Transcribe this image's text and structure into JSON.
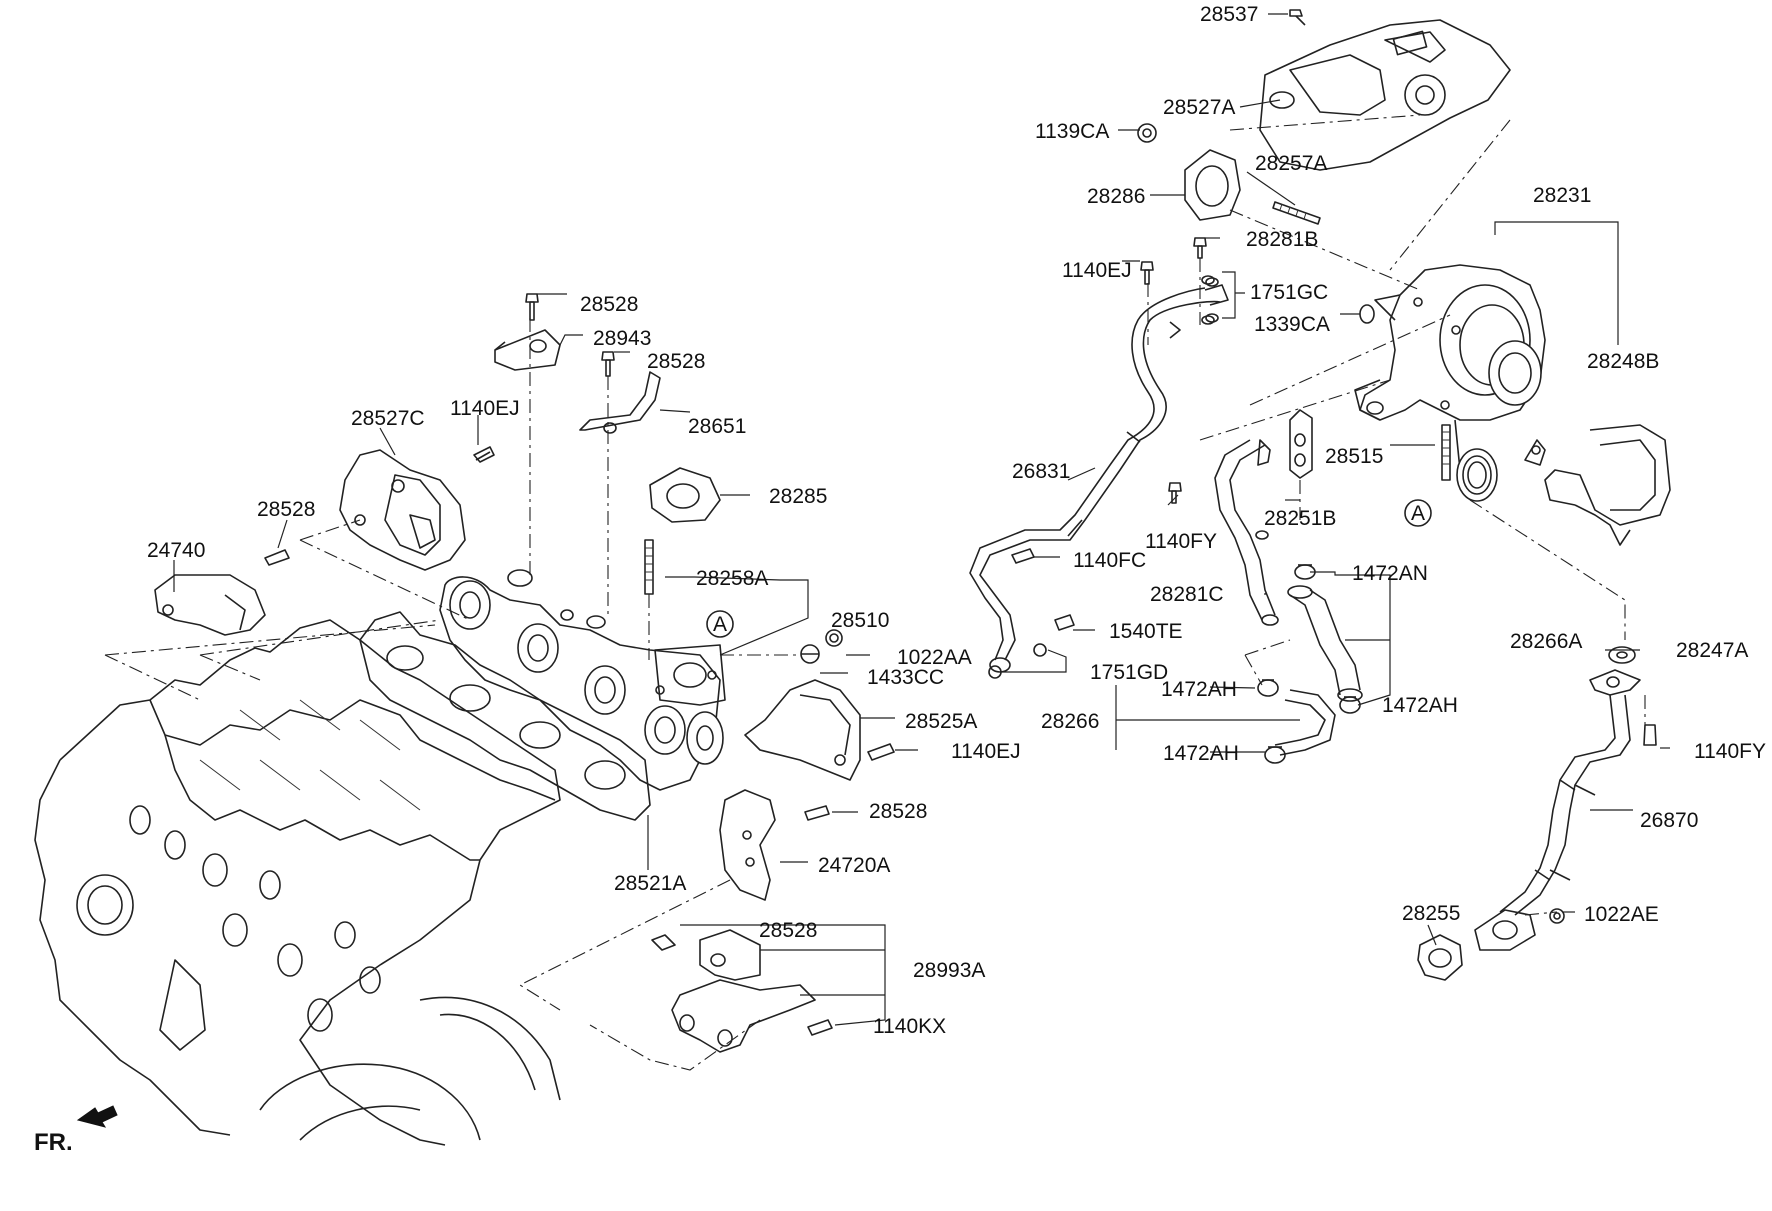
{
  "labels": {
    "l28537": "28537",
    "l28527A": "28527A",
    "l1139CA": "1139CA",
    "l28257A": "28257A",
    "l28286": "28286",
    "l28231": "28231",
    "l28281B": "28281B",
    "l1140EJ_a": "1140EJ",
    "l1751GC": "1751GC",
    "l1339CA": "1339CA",
    "l28248B": "28248B",
    "l28528_a": "28528",
    "l28943": "28943",
    "l28528_b": "28528",
    "l28651": "28651",
    "l28527C": "28527C",
    "l1140EJ_b": "1140EJ",
    "l28285": "28285",
    "l26831": "26831",
    "l28515": "28515",
    "l28251B": "28251B",
    "l1140FY_a": "1140FY",
    "l28528_c": "28528",
    "l24740": "24740",
    "l28258A": "28258A",
    "l1140FC": "1140FC",
    "l1472AN": "1472AN",
    "l28281C": "28281C",
    "l28510": "28510",
    "l1540TE": "1540TE",
    "l28266A": "28266A",
    "l28247A": "28247A",
    "l1022AA": "1022AA",
    "l1751GD": "1751GD",
    "l1433CC": "1433CC",
    "l1472AH_a": "1472AH",
    "l1472AH_b": "1472AH",
    "l28525A": "28525A",
    "l28266": "28266",
    "l1140EJ_c": "1140EJ",
    "l1472AH_c": "1472AH",
    "l1140FY_b": "1140FY",
    "l28528_d": "28528",
    "l26870": "26870",
    "l24720A": "24720A",
    "l28521A": "28521A",
    "l28255": "28255",
    "l1022AE": "1022AE",
    "l28528_e": "28528",
    "l28993A": "28993A",
    "l1140KX": "1140KX",
    "callout_a1": "A",
    "callout_a2": "A",
    "fr": "FR."
  }
}
